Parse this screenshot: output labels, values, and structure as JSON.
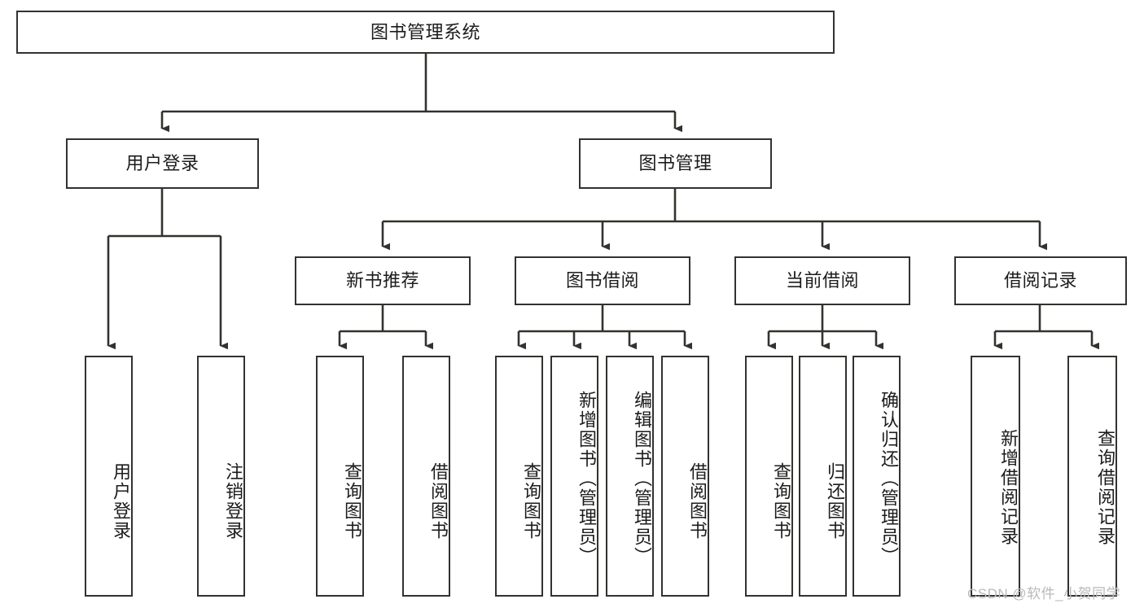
{
  "diagram": {
    "type": "tree-hierarchy",
    "title": "图书管理系统",
    "root": {
      "label": "图书管理系统"
    },
    "level2": [
      {
        "label": "用户登录"
      },
      {
        "label": "图书管理"
      }
    ],
    "level3": [
      {
        "label": "新书推荐"
      },
      {
        "label": "图书借阅"
      },
      {
        "label": "当前借阅"
      },
      {
        "label": "借阅记录"
      }
    ],
    "leaves_user_login": [
      {
        "label": "用户登录"
      },
      {
        "label": "注销登录"
      }
    ],
    "leaves_new_book": [
      {
        "label": "查询图书"
      },
      {
        "label": "借阅图书"
      }
    ],
    "leaves_borrow": [
      {
        "label": "查询图书"
      },
      {
        "label": "新增图书（管理员）"
      },
      {
        "label": "编辑图书（管理员）"
      },
      {
        "label": "借阅图书"
      }
    ],
    "leaves_current": [
      {
        "label": "查询图书"
      },
      {
        "label": "归还图书"
      },
      {
        "label": "确认归还（管理员）"
      }
    ],
    "leaves_records": [
      {
        "label": "新增借阅记录"
      },
      {
        "label": "查询借阅记录"
      }
    ]
  },
  "watermark": {
    "text": "CSDN @软件_小贺同学"
  },
  "colors": {
    "stroke": "#33322f",
    "text": "#1c1c1c",
    "background": "#ffffff",
    "watermark": "#b9b9b9"
  }
}
